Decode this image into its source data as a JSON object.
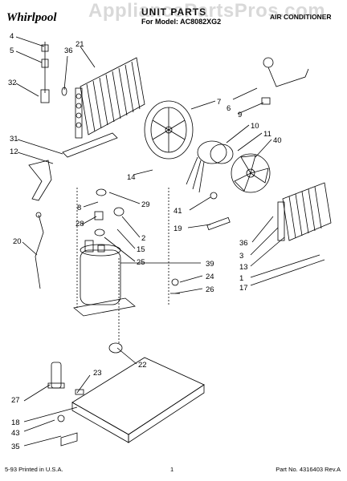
{
  "header": {
    "brand": "Whirlpool",
    "title": "UNIT PARTS",
    "subtitle": "For Model: AC8082XG2",
    "category": "AIR CONDITIONER"
  },
  "watermark": "AppliancePartsPros.com",
  "callouts": [
    "4",
    "5",
    "36",
    "32",
    "21",
    "7",
    "6",
    "9",
    "10",
    "11",
    "40",
    "31",
    "12",
    "14",
    "8",
    "29",
    "28",
    "2",
    "15",
    "25",
    "20",
    "39",
    "24",
    "26",
    "41",
    "19",
    "36",
    "3",
    "13",
    "1",
    "17",
    "22",
    "23",
    "27",
    "18",
    "43",
    "35"
  ],
  "footer": {
    "left": "5-93 Printed in U.S.A.",
    "page": "1",
    "right": "Part No. 4316403 Rev.A"
  }
}
